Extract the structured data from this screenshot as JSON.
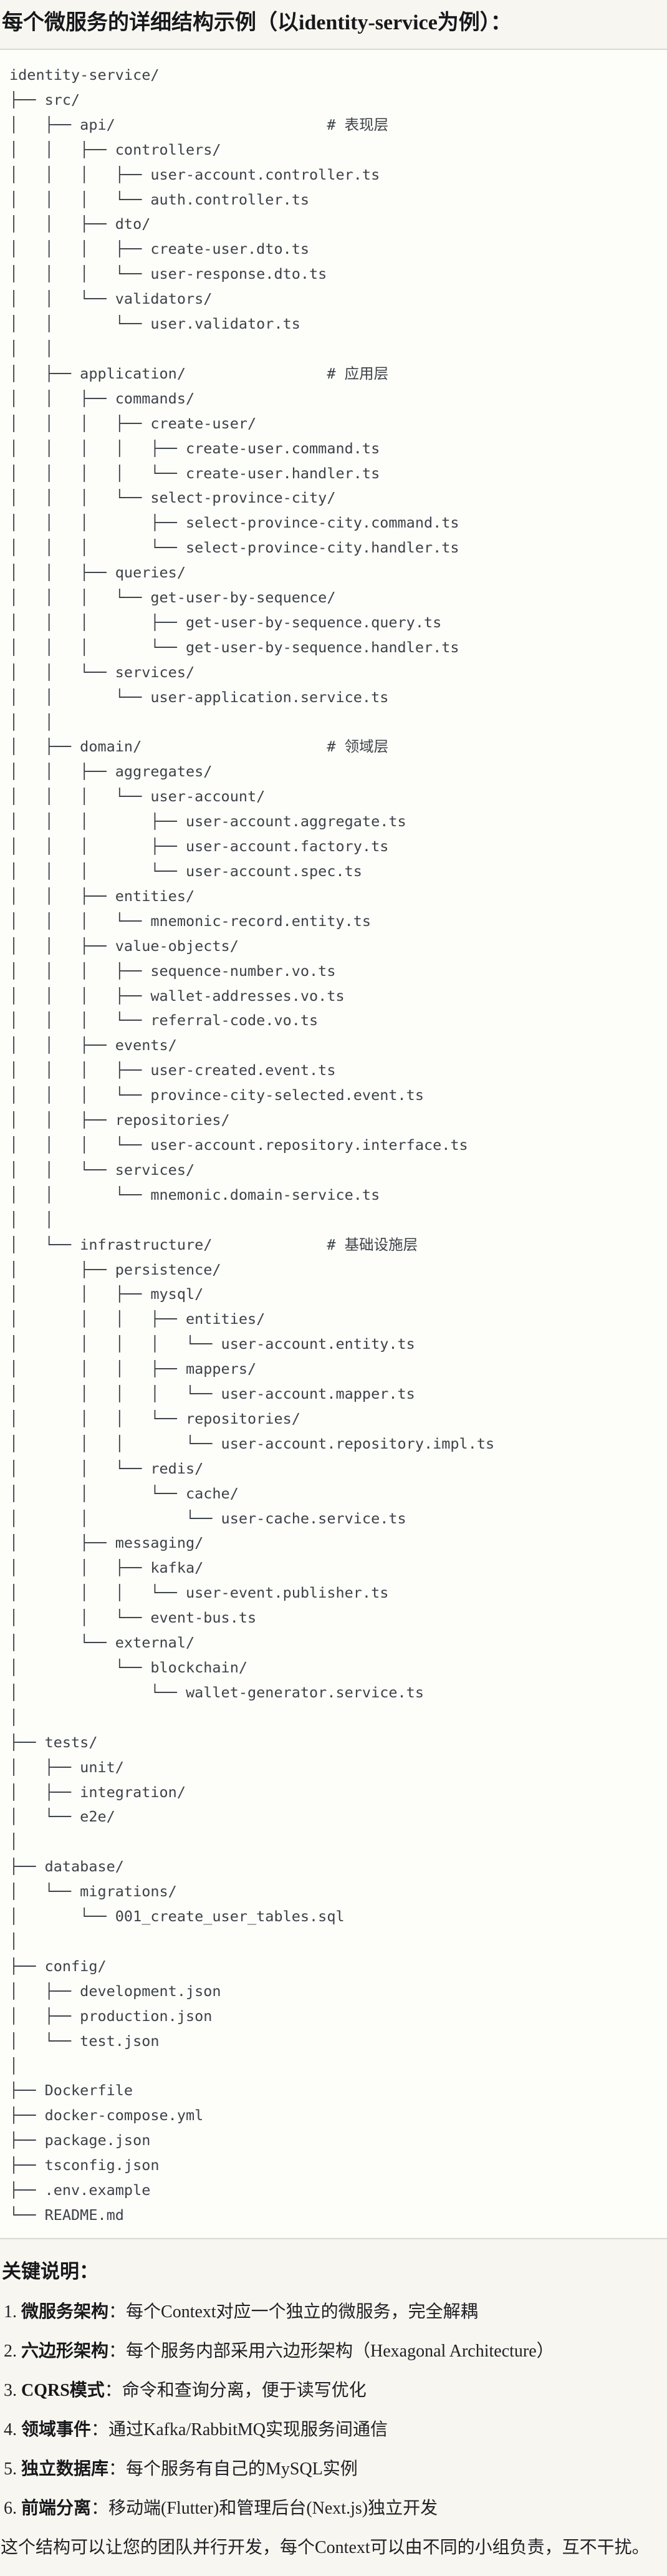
{
  "title": "每个微服务的详细结构示例（以identity-service为例）：",
  "code_block": {
    "language": "plaintext-tree",
    "tree_lines": [
      "identity-service/",
      "├── src/",
      "│   ├── api/                        # 表现层",
      "│   │   ├── controllers/",
      "│   │   │   ├── user-account.controller.ts",
      "│   │   │   └── auth.controller.ts",
      "│   │   ├── dto/",
      "│   │   │   ├── create-user.dto.ts",
      "│   │   │   └── user-response.dto.ts",
      "│   │   └── validators/",
      "│   │       └── user.validator.ts",
      "│   │",
      "│   ├── application/                # 应用层",
      "│   │   ├── commands/",
      "│   │   │   ├── create-user/",
      "│   │   │   │   ├── create-user.command.ts",
      "│   │   │   │   └── create-user.handler.ts",
      "│   │   │   └── select-province-city/",
      "│   │   │       ├── select-province-city.command.ts",
      "│   │   │       └── select-province-city.handler.ts",
      "│   │   ├── queries/",
      "│   │   │   └── get-user-by-sequence/",
      "│   │   │       ├── get-user-by-sequence.query.ts",
      "│   │   │       └── get-user-by-sequence.handler.ts",
      "│   │   └── services/",
      "│   │       └── user-application.service.ts",
      "│   │",
      "│   ├── domain/                     # 领域层",
      "│   │   ├── aggregates/",
      "│   │   │   └── user-account/",
      "│   │   │       ├── user-account.aggregate.ts",
      "│   │   │       ├── user-account.factory.ts",
      "│   │   │       └── user-account.spec.ts",
      "│   │   ├── entities/",
      "│   │   │   └── mnemonic-record.entity.ts",
      "│   │   ├── value-objects/",
      "│   │   │   ├── sequence-number.vo.ts",
      "│   │   │   ├── wallet-addresses.vo.ts",
      "│   │   │   └── referral-code.vo.ts",
      "│   │   ├── events/",
      "│   │   │   ├── user-created.event.ts",
      "│   │   │   └── province-city-selected.event.ts",
      "│   │   ├── repositories/",
      "│   │   │   └── user-account.repository.interface.ts",
      "│   │   └── services/",
      "│   │       └── mnemonic.domain-service.ts",
      "│   │",
      "│   └── infrastructure/             # 基础设施层",
      "│       ├── persistence/",
      "│       │   ├── mysql/",
      "│       │   │   ├── entities/",
      "│       │   │   │   └── user-account.entity.ts",
      "│       │   │   ├── mappers/",
      "│       │   │   │   └── user-account.mapper.ts",
      "│       │   │   └── repositories/",
      "│       │   │       └── user-account.repository.impl.ts",
      "│       │   └── redis/",
      "│       │       └── cache/",
      "│       │           └── user-cache.service.ts",
      "│       ├── messaging/",
      "│       │   ├── kafka/",
      "│       │   │   └── user-event.publisher.ts",
      "│       │   └── event-bus.ts",
      "│       └── external/",
      "│           └── blockchain/",
      "│               └── wallet-generator.service.ts",
      "│",
      "├── tests/",
      "│   ├── unit/",
      "│   ├── integration/",
      "│   └── e2e/",
      "│",
      "├── database/",
      "│   └── migrations/",
      "│       └── 001_create_user_tables.sql",
      "│",
      "├── config/",
      "│   ├── development.json",
      "│   ├── production.json",
      "│   └── test.json",
      "│",
      "├── Dockerfile",
      "├── docker-compose.yml",
      "├── package.json",
      "├── tsconfig.json",
      "├── .env.example",
      "└── README.md"
    ]
  },
  "notes": {
    "heading": "关键说明：",
    "items": [
      {
        "num": "1. ",
        "term": "微服务架构",
        "rest": "：每个Context对应一个独立的微服务，完全解耦"
      },
      {
        "num": "2. ",
        "term": "六边形架构",
        "rest": "：每个服务内部采用六边形架构（Hexagonal Architecture）"
      },
      {
        "num": "3. ",
        "term": "CQRS模式",
        "rest": "：命令和查询分离，便于读写优化"
      },
      {
        "num": "4. ",
        "term": "领域事件",
        "rest": "：通过Kafka/RabbitMQ实现服务间通信"
      },
      {
        "num": "5. ",
        "term": "独立数据库",
        "rest": "：每个服务有自己的MySQL实例"
      },
      {
        "num": "6. ",
        "term": "前端分离",
        "rest": "：移动端(Flutter)和管理后台(Next.js)独立开发"
      }
    ],
    "closing": "这个结构可以让您的团队并行开发，每个Context可以由不同的小组负责，互不干扰。"
  }
}
